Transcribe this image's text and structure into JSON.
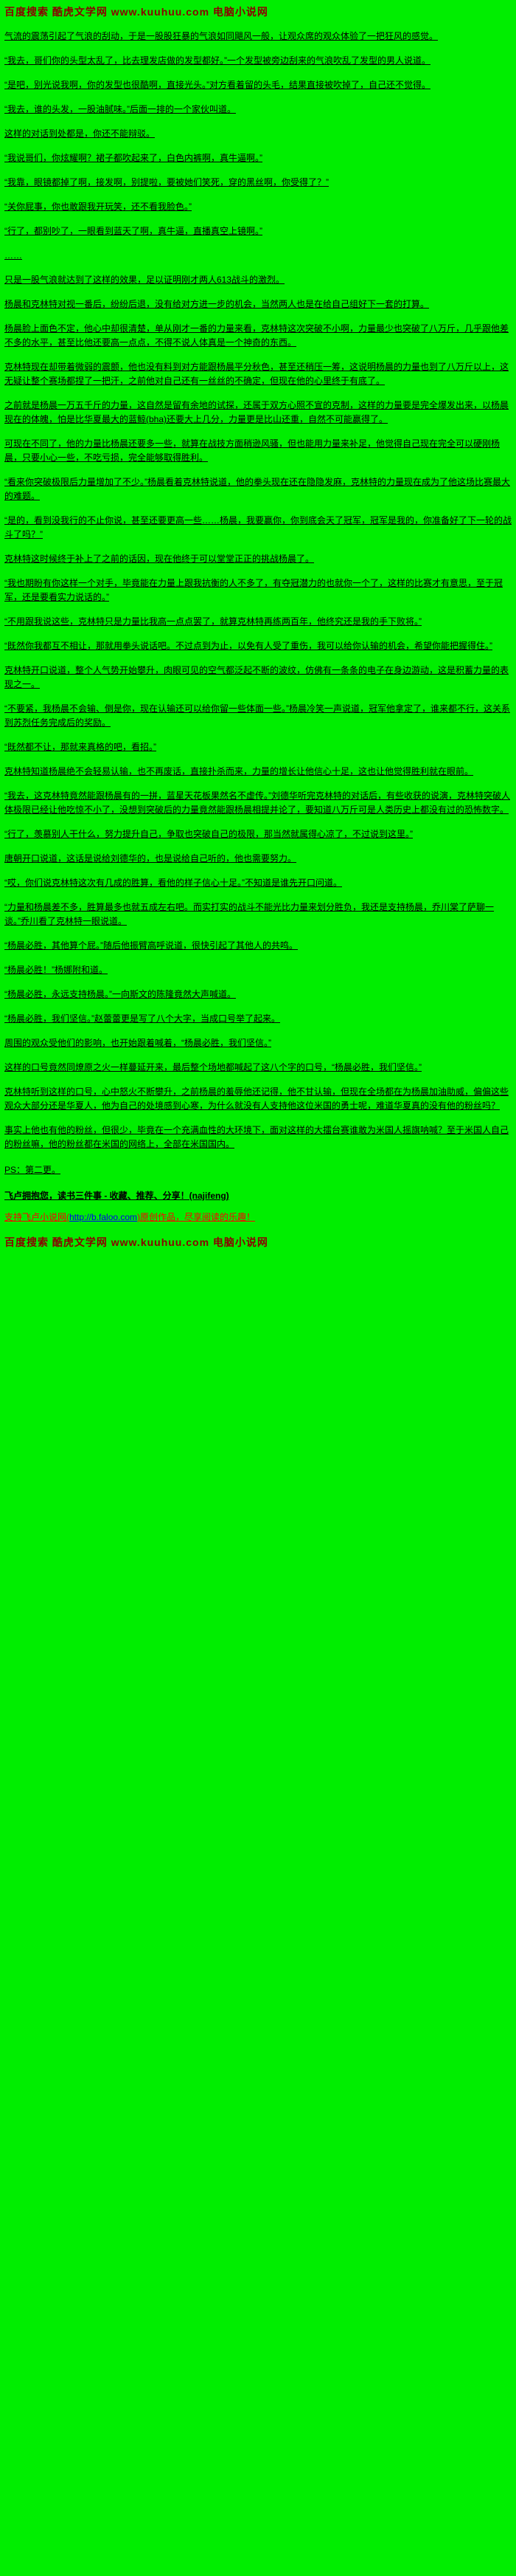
{
  "banner": {
    "text": "百度搜索 酷虎文学网 www.kuuhuu.com 电脑小说网"
  },
  "paragraphs": [
    "气流的震荡引起了气浪的刮动，于是一股股狂暴的气浪如同飓风一般，让观众席的观众体验了一把狂风的感觉。",
    "“我去，哥们你的头型太乱了，比去理发店做的发型都好。”一个发型被旁边刮来的气浪吹乱了发型的男人说道。",
    "“是吧，别光说我啊，你的发型也很酷啊，直接光头。”对方看着留的头毛，结果直接被吹掉了，自己还不觉得。",
    "“我去，谁的头发，一股油腻味。”后面一排的一个家伙叫道。",
    "这样的对话到处都是，你还不能辩驳。",
    "“我说哥们，你炫耀啊？裙子都吹起来了，白色内裤啊，真牛逼啊。”",
    "“我靠，眼镜都掉了啊，接发啊，别提啦，要被她们笑死，穿的黑丝啊，你受得了？”",
    "“关你屁事，你也敢跟我开玩笑，还不看我脸色。”",
    "“行了，都别吵了，一眼看到蓝天了啊，真牛逼，直播真空上镜啊。”",
    "……",
    "只是一股气浪就达到了这样的效果，足以证明刚才两人613战斗的激烈。",
    "杨晨和克林特对视一番后，纷纷后退，没有给对方进一步的机会，当然两人也是在给自己组好下一套的打算。",
    "杨晨脸上面色不定，他心中却很清楚，单从刚才一番的力量来看，克林特这次突破不小啊，力量最少也突破了八万斤，几乎跟他差不多的水平，甚至比他还要高一点点，不得不说人体真是一个神奇的东西。",
    "克林特现在却带着微弱的震颤，他也没有料到对方能跟杨晨平分秋色，甚至还稍压一筹，这说明杨晨的力量也到了八万斤以上，这无疑让整个赛场都捏了一把汗，之前他对自己还有一丝丝的不确定，但现在他的心里终于有底了。",
    "之前就是杨晨一万五千斤的力量，这自然是留有余地的试探，还属于双方心照不宣的克制，这样的力量要是完全爆发出来，以杨晨现在的体魄，怕是比华夏最大的蓝鲸(bha)还要大上几分，力量更是比山还重，自然不可能赢得了。",
    "可现在不同了，他的力量比杨晨还要多一些，就算在战技方面稍逊风骚，但也能用力量来补足，他觉得自己现在完全可以硬刚杨晨，只要小心一些，不吃亏损，完全能够取得胜利。",
    "“看来你突破极限后力量增加了不少。”杨晨看着克林特说道，他的拳头现在还在隐隐发麻，克林特的力量现在成为了他这场比赛最大的难题。",
    "“是的，看到没我行的不止你说，甚至还要更高一些……杨晨，我要赢你，你到底会天了冠军，冠军是我的，你准备好了下一轮的战斗了吗？”",
    "克林特这时候终于补上了之前的话因，现在他终于可以堂堂正正的挑战杨晨了。",
    "“我也期盼有你这样一个对手，毕竟能在力量上跟我抗衡的人不多了，有夺冠潜力的也就你一个了，这样的比赛才有意思，至于冠军，还是要看实力说话的。”",
    "“不用跟我说这些，克林特只是力量比我高一点点罢了，就算克林特再练两百年，他终究还是我的手下败将。”",
    "“既然你我都互不相让，那就用拳头说话吧。不过点到为止，以免有人受了重伤，我可以给你认输的机会，希望你能把握得住。”",
    "克林特开口说道，整个人气势开始攀升，肉眼可见的空气都泛起不断的波纹，仿佛有一条条的电子在身边游动，这是积蓄力量的表现之一。",
    "“不要紧，我杨晨不会输、倒是你，现在认输还可以给你留一些体面一些。”杨晨冷笑一声说道，冠军他拿定了，谁来都不行，这关系到苏烈任务完成后的奖励。",
    "“既然都不让，那就来真格的吧，看招。”",
    "克林特知道杨晨绝不会轻易认输，也不再废话，直接扑杀而来，力量的增长让他信心十足，这也让他觉得胜利就在眼前。",
    "“我去，这克林特竟然能跟杨晨有的一拼，蓝星天花板果然名不虚传。”刘德华听完克林特的对话后，有些收获的说演，克林特突破人体极限已经让他吃惊不小了，没想到突破后的力量竟然能跟杨晨相提并论了，要知道八万斤可是人类历史上都没有过的恐怖数字。",
    "“行了，羡慕别人干什么，努力提升自己，争取也突破自己的极限，那当然就属得心凉了，不过说到这里。”",
    "唐朝开口说道，这话是说给刘德华的，也是说给自己听的，他也需要努力。",
    "“哎，你们说克林特这次有几成的胜算，看他的样子信心十足。”不知道是谁先开口问道。",
    "“力量和杨晨差不多，胜算最多也就五成左右吧。而实打实的战斗不能光比力量来划分胜负，我还是支持杨晨，乔川棠了萨聊一谈。”乔川看了克林特一眼说道。",
    "“杨晨必胜，其他算个屁。”随后他振臂高呼说道，很快引起了其他人的共鸣。",
    "“杨晨必胜！”杨娜附和道。",
    "“杨晨必胜，永远支持杨晨。”一向斯文的陈隆竟然大声喊道。",
    "“杨晨必胜，我们坚信。”赵蕾蕾更是写了八个大字，当成口号举了起来。",
    "周围的观众受他们的影响，也开始跟着喊着，“杨晨必胜，我们坚信。”",
    "这样的口号竟然同燎原之火一样蔓延开来，最后整个场地都喊起了这八个字的口号，“杨晨必胜，我们坚信。”",
    "克林特听到这样的口号，心中怒火不断攀升，之前杨晨的羞辱他还记得，他不甘认输，但现在全场都在为杨晨加油助威，偏偏这些观众大部分还是华夏人，他为自己的处境感到心寒，为什么就没有人支持他这位米国的勇士呢，难道华夏真的没有他的粉丝吗？",
    "事实上他也有他的粉丝，但很少，毕竟在一个充满血性的大环境下，面对这样的大擂台赛谁敢为米国人摇旗呐喊？至于米国人自己的粉丝嘛，他的粉丝都在米国的网络上，全部在米国国内。"
  ],
  "ps_note": "PS：第二更。",
  "footer": {
    "share_line": "飞卢拥抱您，读书三件事 - 收藏、推荐、分享！(najifeng)",
    "support_prefix": "支持飞卢小说网(",
    "support_url": "http://b.faloo.com",
    "support_suffix": ")原创作品，尽享阅读的乐趣！"
  }
}
